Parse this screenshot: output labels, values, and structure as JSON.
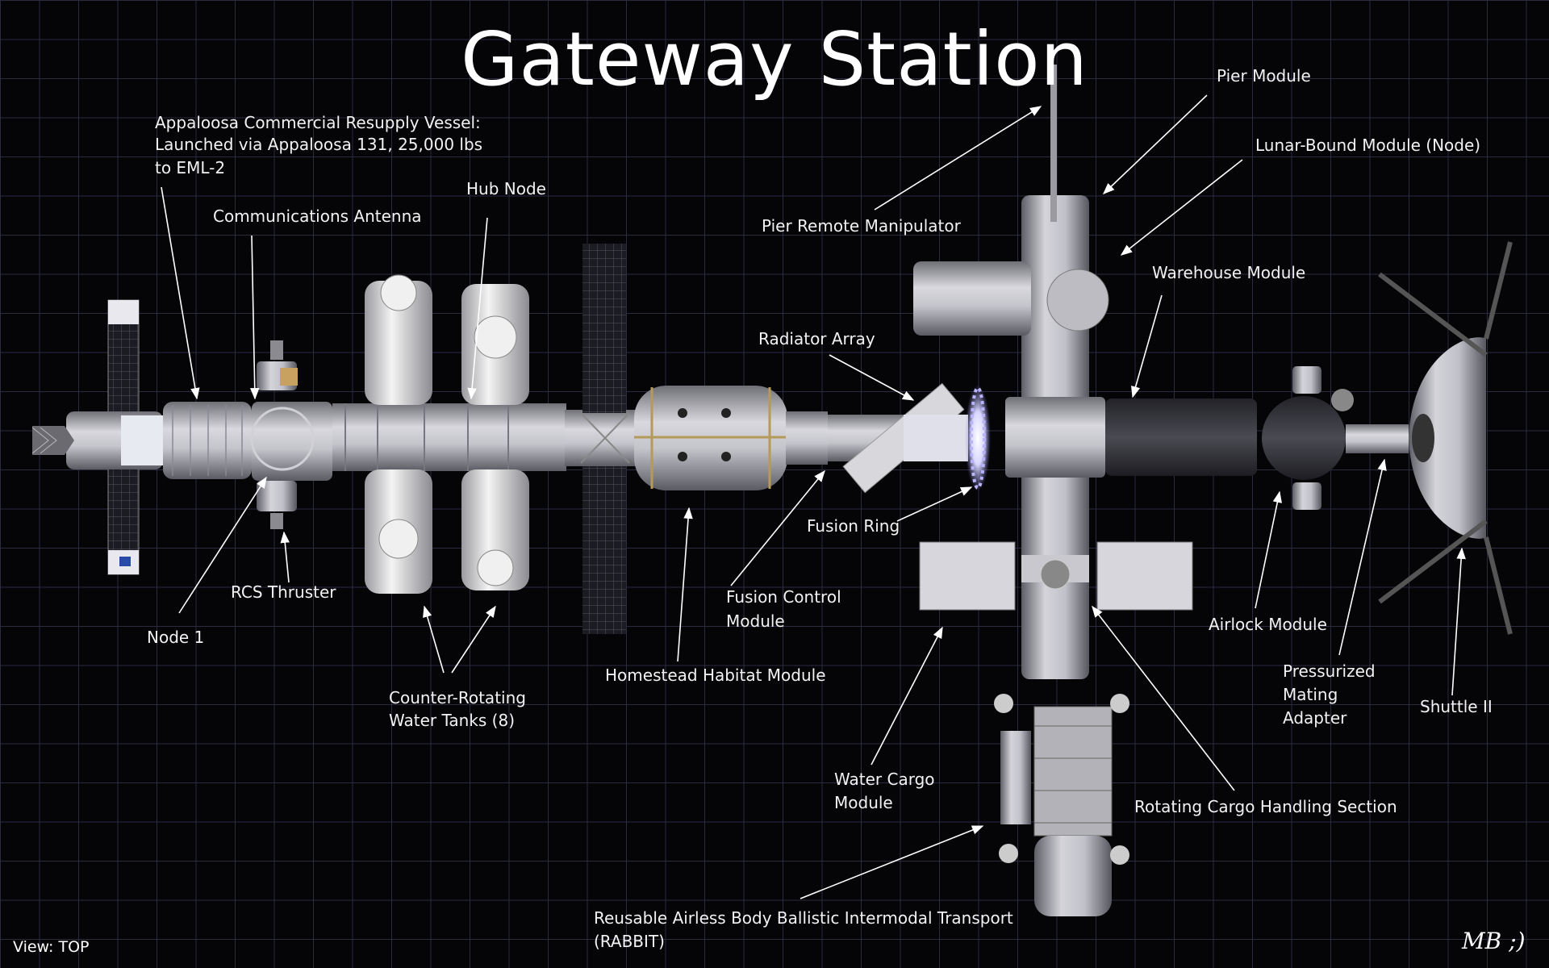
{
  "title": "Gateway Station",
  "view": "View: TOP",
  "signature": "MB ;)",
  "labels": {
    "appaloosa_1": "Appaloosa Commercial Resupply Vessel:",
    "appaloosa_2": "Launched via Appaloosa 131, 25,000 lbs",
    "appaloosa_3": "to EML-2",
    "comm_antenna": "Communications Antenna",
    "hub_node": "Hub Node",
    "pier_manipulator": "Pier Remote Manipulator",
    "pier_module": "Pier Module",
    "lunar_bound": "Lunar-Bound Module (Node)",
    "warehouse": "Warehouse Module",
    "radiator": "Radiator Array",
    "fusion_ring": "Fusion Ring",
    "fusion_control_1": "Fusion Control",
    "fusion_control_2": "Module",
    "rcs": "RCS Thruster",
    "node1": "Node 1",
    "water_tanks_1": "Counter-Rotating",
    "water_tanks_2": "Water Tanks (8)",
    "homestead": "Homestead Habitat Module",
    "water_cargo_1": "Water Cargo",
    "water_cargo_2": "Module",
    "airlock": "Airlock Module",
    "pma_1": "Pressurized",
    "pma_2": "Mating",
    "pma_3": "Adapter",
    "shuttle": "Shuttle II",
    "rotating_cargo": "Rotating Cargo Handling Section",
    "rabbit_1": "Reusable Airless Body Ballistic Intermodal Transport",
    "rabbit_2": "(RABBIT)"
  },
  "colors": {
    "background": "#050508",
    "grid": "#2c2c40",
    "hull": "#bdbdc4",
    "text": "#f2f2f2",
    "fusion_ring": "#b9b3ff"
  }
}
